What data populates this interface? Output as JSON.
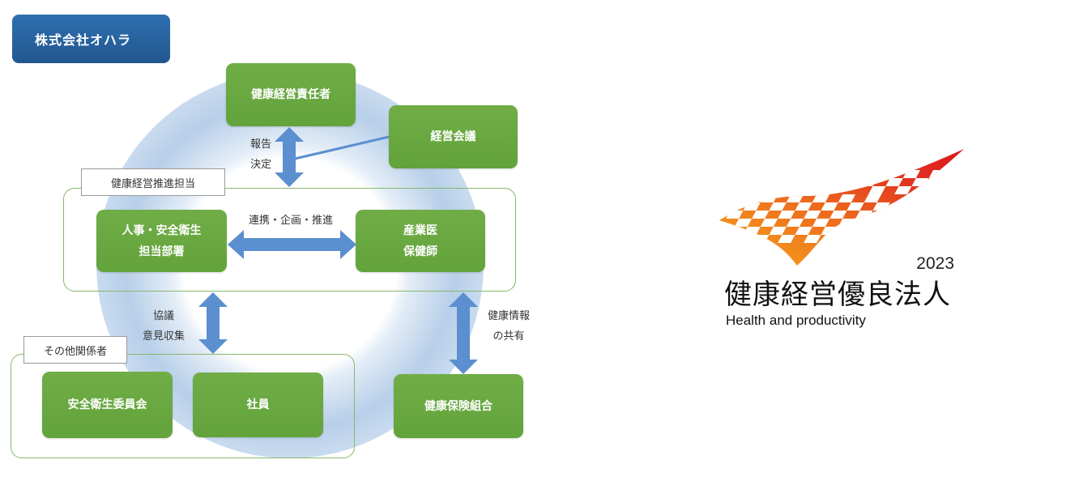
{
  "company_label": "株式会社オハラ",
  "groups": {
    "promotion_label": "健康経営推進担当",
    "others_label": "その他関係者"
  },
  "nodes": {
    "health_manager": "健康経営責任者",
    "management_meeting": "経営会議",
    "hr_line1": "人事・安全衛生",
    "hr_line2": "担当部署",
    "doctor_line1": "産業医",
    "doctor_line2": "保健師",
    "safety_committee": "安全衛生委員会",
    "employees": "社員",
    "insurance": "健康保険組合"
  },
  "edge_labels": {
    "report_1": "報告",
    "report_2": "決定",
    "cooperation": "連携・企画・推進",
    "consult_1": "協議",
    "consult_2": "意見収集",
    "share_1": "健康情報",
    "share_2": "の共有"
  },
  "colors": {
    "node_green": "#70ad47",
    "company_blue": "#2f6fb1",
    "arrow_blue": "#5b8fd0",
    "group_border": "#86b86b"
  },
  "certification": {
    "year": "2023",
    "title_jp": "健康経営優良法人",
    "title_en": "Health and productivity"
  }
}
